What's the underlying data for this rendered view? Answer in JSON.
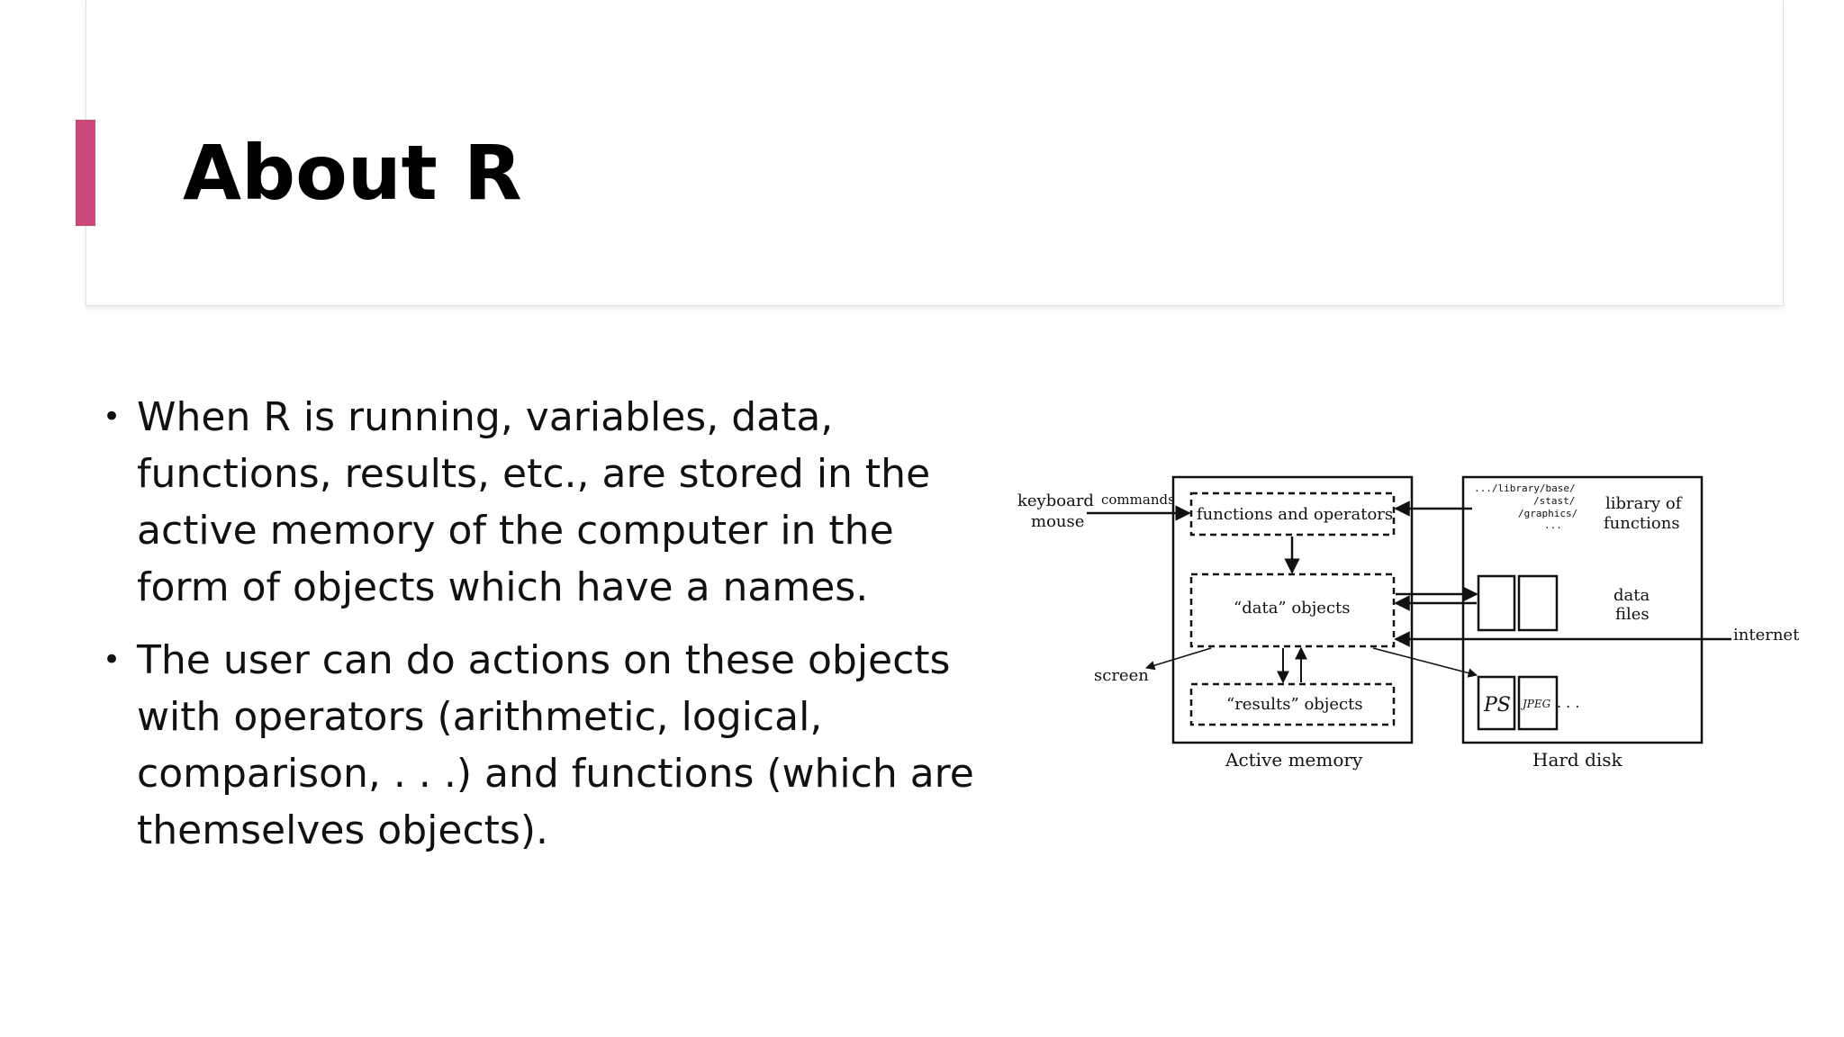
{
  "slide": {
    "title": "About R",
    "accent_color": "#c9497a"
  },
  "bullets": [
    {
      "text": "When R is running, variables, data, functions, results, etc., are stored in the active memory of the computer in the form of objects which have a names."
    },
    {
      "text": "The user can do actions on these objects with operators (arithmetic, logical, comparison, . . .) and functions (which are themselves objects)."
    }
  ],
  "diagram": {
    "input_keyboard": "keyboard",
    "input_mouse": "mouse",
    "commands_label": "commands",
    "functions_box": "functions and operators",
    "data_box": "“data” objects",
    "results_box": "“results” objects",
    "screen_label": "screen",
    "active_memory_label": "Active memory",
    "hard_disk_label": "Hard disk",
    "library_path_1": ".../library/base/",
    "library_path_2": "/stast/",
    "library_path_3": "/graphics/",
    "library_path_4": "...",
    "library_label_1": "library of",
    "library_label_2": "functions",
    "data_files_1": "data",
    "data_files_2": "files",
    "internet_label": "internet",
    "ps_label": "PS",
    "jpeg_label": "JPEG",
    "ellipsis": ". . ."
  }
}
